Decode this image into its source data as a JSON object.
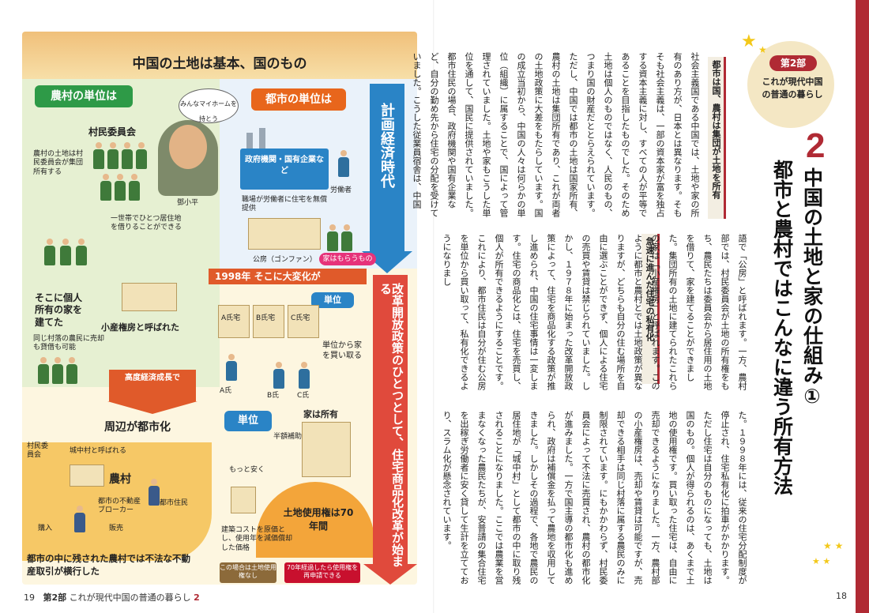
{
  "left_page": {
    "page_number": "19",
    "footer_section": "第2部",
    "footer_title": "これが現代中国の普通の暮らし",
    "footer_num": "2",
    "infographic": {
      "title": "中国の土地は基本、国のもの",
      "rural_unit": "農村の単位は",
      "urban_unit": "都市の単位は",
      "planned_economy": "計画経済時代",
      "village_committee": "村民委員会",
      "rural_land_note": "農村の土地は村民委員会が集団所有する",
      "speech_bubble": "みんなマイホームを持とう",
      "deng": "鄧小平",
      "gov_enterprises": "政府機関・国有企業など",
      "workplace_note": "職場が労働者に住宅を無償提供",
      "worker": "労働者",
      "one_per_household": "一世帯でひとつ居住地を借りることができる",
      "public_housing": "公房（ゴンファン）",
      "house_given": "家はもらうもの",
      "individual_owned": "そこに個人所有の家を建てた",
      "small_property": "小産権房と呼ばれた",
      "same_village_note": "同じ村落の農民に売却も貸借も可能",
      "growth_label": "高度経済成長で",
      "urbanization": "周辺が都市化",
      "year_1998": "1998年 そこに大変化が",
      "unit_label": "単位",
      "house_a": "A氏宅",
      "house_b": "B氏宅",
      "house_c": "C氏宅",
      "buy_from_unit": "単位から家を買い取る",
      "person_a": "A氏",
      "person_b": "B氏",
      "person_c": "C氏",
      "village_committee2": "村民委員会",
      "urban_village": "城中村と呼ばれる",
      "farm_village": "農村",
      "broker": "都市の不動産ブローカー",
      "resident": "都市住民",
      "buy": "購入",
      "sell": "販売",
      "unit_label2": "単位",
      "half_subsidy": "半額補助",
      "house_owned": "家は所有",
      "cheaper": "もっと安く",
      "land_use_right": "土地使用権は70年間",
      "construction_cost": "建築コストを原価とし、使用年を減価償却した価格",
      "no_land_right": "この場合は土地使用権なし",
      "renew_70": "70年経過したら使用権を再申請できる",
      "reform_vertical": "改革開放政策のひとつとして、住宅商品化改革が始まる",
      "bottom_caption": "都市の中に残された農村では不法な不動産取引が横行した"
    }
  },
  "right_page": {
    "page_number": "18",
    "part_label": "第2部",
    "part_title": "これが現代中国の普通の暮らし",
    "chapter_number": "2",
    "heading_line1": "中国の土地と家の仕組み①",
    "heading_line2": "都市と農村ではこんなに違う所有方法",
    "subhead1": "都市は国、農村は集団が土地を所有",
    "subhead2": "急速に進んだ住宅の私有化",
    "body_col1": "社会主義国である中国では、土地や家の所有のあり方が、日本とは異なります。そもそも社会主義は、一部の資本家が富を独占する資本主義に対し、すべての人が平等であることを目指したものでした。そのため土地は個人のものではなく、人民のもの、つまり国の財産だととらえられています。ただし、中国では都市の土地は国家所有、農村の土地は集団所有であり、これが両者の土地政策に大差をもたらしています。国の成立当初から、中国の人々は何らかの単位（組織）に属することで、国によって管理されていました。土地や家もこうした単位を通して、国民に提供されていました。都市住民の場合、政府機関や国有企業など、自分の勤め先から住宅の分配を受けていました。こうした従業員宿舎は、中国",
    "body_col2": "語で「公房」と呼ばれます。一方、農村部では、村民委員会が土地の所有権をもち、農民たちは委員会から居住用の土地を借りて、家を建てることができました。集団所有の土地に建てられたこれらの家は「小産権房」と呼ばれます。このように都市と農村とでは土地政策が異なりますが、どちらも自分の住む場所を自由に選ぶことができず、個人による住宅の売買や賃貸は禁じられていました。しかし、１９７８年に始まった改革開放政策によって、住宅を商品化する政策が推し進められ、中国の住宅事情は一変します。住宅の商品化とは、住宅を売買し、個人が所有できるようにすることです。これにより、都市住民は自分が住む公房を単位から買い取って、私有化できるようになりまし",
    "body_col3": "た。１９９８年には、従来の住宅分配制度が停止され、住宅私有化に拍車がかかります。ただし住宅は自分のものになっても、土地は国のもの。個人が得られるのは、あくまで土地の使用権です。買い取った住宅は、自由に売却できるようになりました。一方、農村部の小産権房は、売却や賃貸は可能ですが、売却できる相手は同じ村落に属する農民のみに制限されています。にもかかわらず、村民委員会によって不法に売買され、農村の都市化が進みました。一方で国主導の都市化も進められ、政府は補償金を払って農地を収用してきました。しかしその過程で、各地で農民の居住地が「城中村」として都市の中に取り残されることになりました。ここでは農業を営まなくなった農民たちが、安普請の集合住宅を出稼ぎ労働者に安く貸して生計を立てており、スラム化が懸念されています。"
  },
  "colors": {
    "accent_red": "#b02a34",
    "green": "#2e9a47",
    "orange": "#e8661c",
    "blue": "#2a84c6",
    "cream": "#fdf6e0",
    "badge": "#f4e7c4"
  }
}
